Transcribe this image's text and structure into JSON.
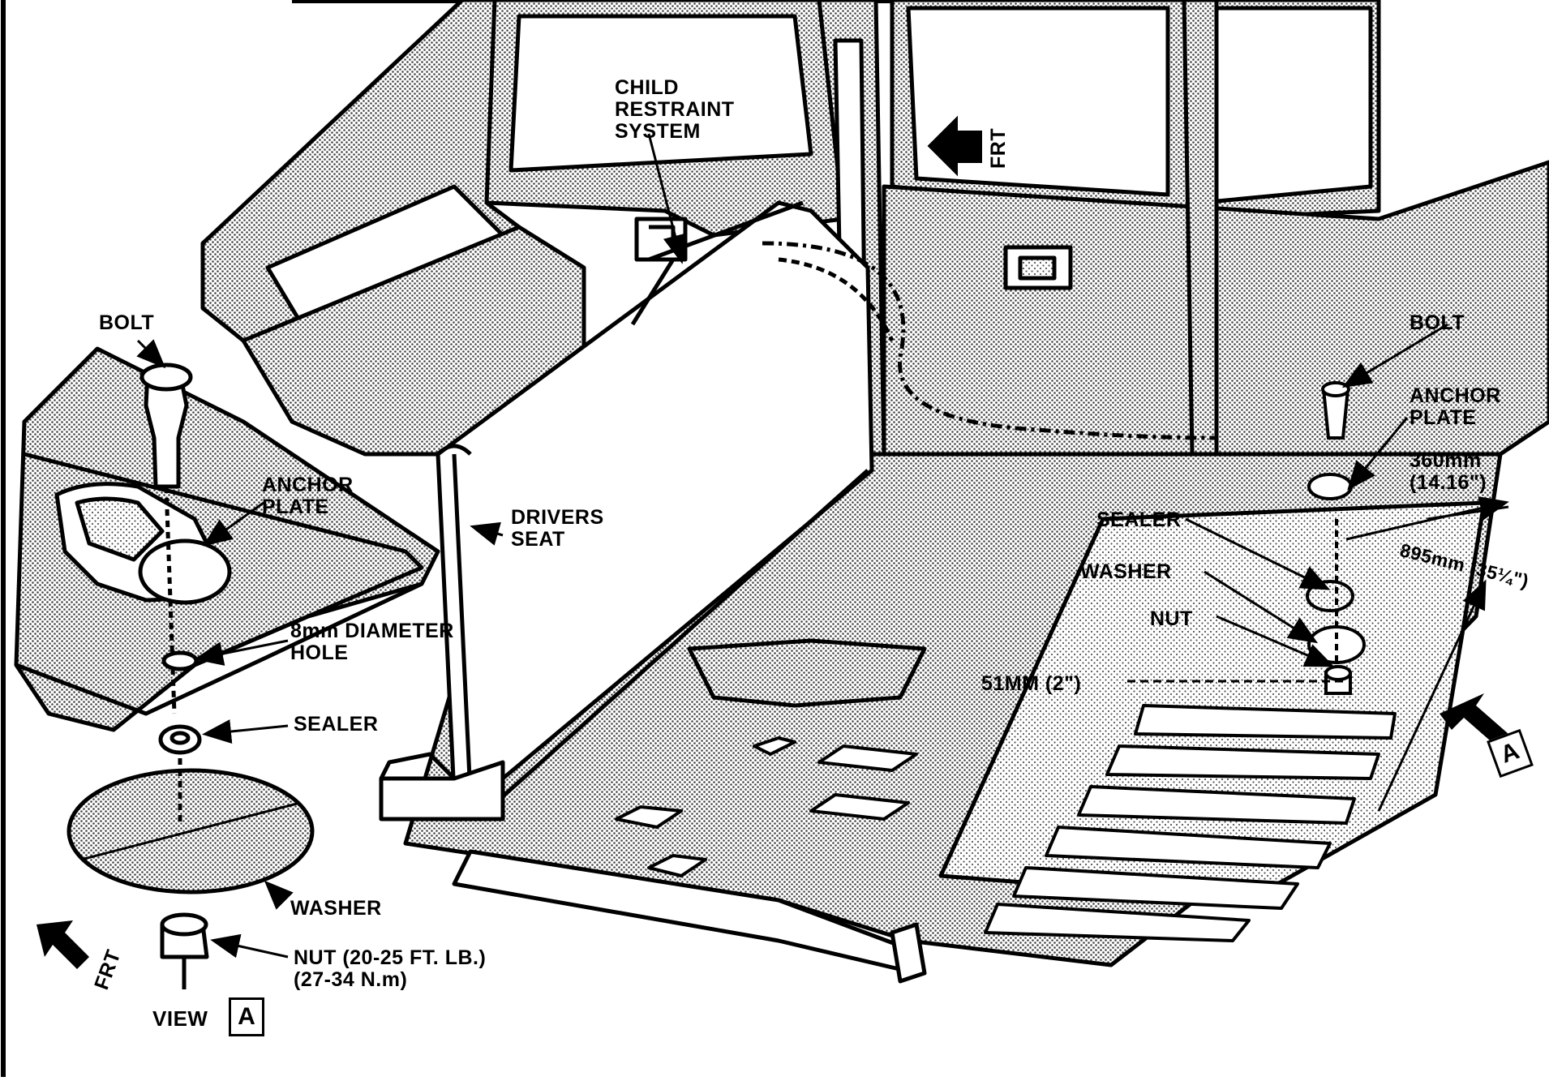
{
  "labels": {
    "child_restraint": [
      "CHILD",
      "RESTRAINT",
      "SYSTEM"
    ],
    "frt_top": "FRT",
    "bolt_left": "BOLT",
    "anchor_plate_left": [
      "ANCHOR",
      "PLATE"
    ],
    "hole": [
      "8mm DIAMETER",
      "HOLE"
    ],
    "sealer_left": "SEALER",
    "washer_left": "WASHER",
    "nut_left": [
      "NUT (20-25 FT. LB.)",
      "(27-34 N.m)"
    ],
    "view_a": "VIEW",
    "view_letter": "A",
    "frt_left": "FRT",
    "drivers_seat": [
      "DRIVERS",
      "SEAT"
    ],
    "bolt_right": "BOLT",
    "anchor_plate_right": [
      "ANCHOR",
      "PLATE"
    ],
    "dim_360": [
      "360mm",
      "(14.16\")"
    ],
    "sealer_right": "SEALER",
    "washer_right": "WASHER",
    "nut_right": "NUT",
    "dim_895": "895mm (35¼\")",
    "dim_51": "51MM (2\")",
    "view_arrow_letter": "A"
  },
  "colors": {
    "ink": "#000000",
    "paper": "#ffffff",
    "stipple": "#9a9a9a"
  }
}
